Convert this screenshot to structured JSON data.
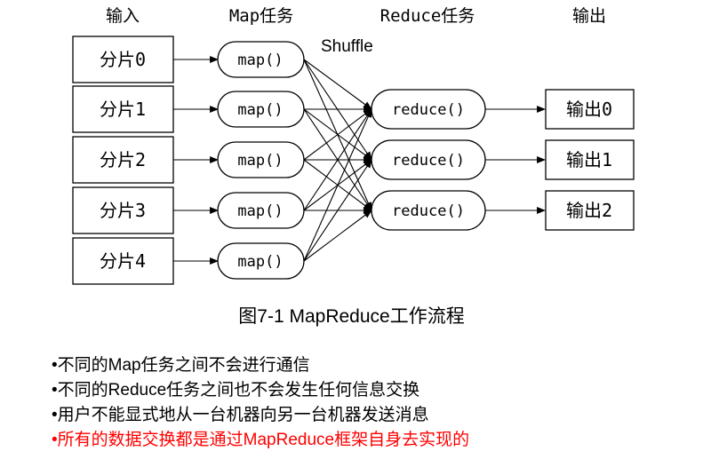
{
  "headers": {
    "input": "输入",
    "map": "Map任务",
    "reduce": "Reduce任务",
    "output": "输出"
  },
  "shuffle_label": "Shuffle",
  "splits": [
    "分片0",
    "分片1",
    "分片2",
    "分片3",
    "分片4"
  ],
  "map_tasks": [
    "map()",
    "map()",
    "map()",
    "map()",
    "map()"
  ],
  "reduce_tasks": [
    "reduce()",
    "reduce()",
    "reduce()"
  ],
  "outputs": [
    "输出0",
    "输出1",
    "输出2"
  ],
  "caption": "图7-1 MapReduce工作流程",
  "notes": [
    {
      "text": "•不同的Map任务之间不会进行通信",
      "color": "#000000"
    },
    {
      "text": "•不同的Reduce任务之间也不会发生任何信息交换",
      "color": "#000000"
    },
    {
      "text": "•用户不能显式地从一台机器向另一台机器发送消息",
      "color": "#000000"
    },
    {
      "text": "•所有的数据交换都是通过MapReduce框架自身去实现的",
      "color": "#ff0000"
    }
  ]
}
